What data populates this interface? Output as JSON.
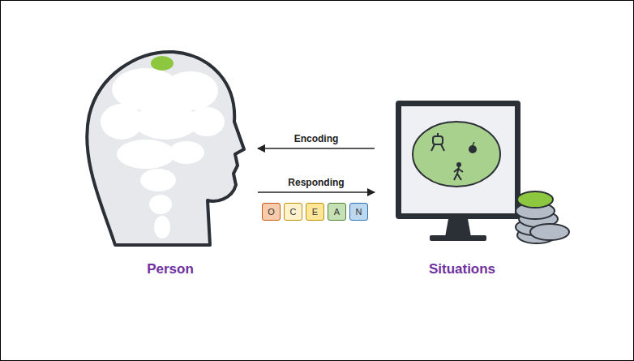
{
  "diagram": {
    "nodes": [
      {
        "text": [
          "Person"
        ]
      },
      {
        "text": [
          "Situations"
        ]
      },
      {
        "text": [
          "O"
        ]
      },
      {
        "text": [
          "C"
        ]
      },
      {
        "text": [
          "E"
        ]
      },
      {
        "text": [
          "A"
        ]
      },
      {
        "text": [
          "N"
        ]
      }
    ],
    "edges": [
      {
        "from": 1,
        "to": 0,
        "label": "Encoding",
        "arrow": "to"
      },
      {
        "from": 0,
        "to": 1,
        "label": "Responding",
        "arrow": "to"
      }
    ]
  }
}
